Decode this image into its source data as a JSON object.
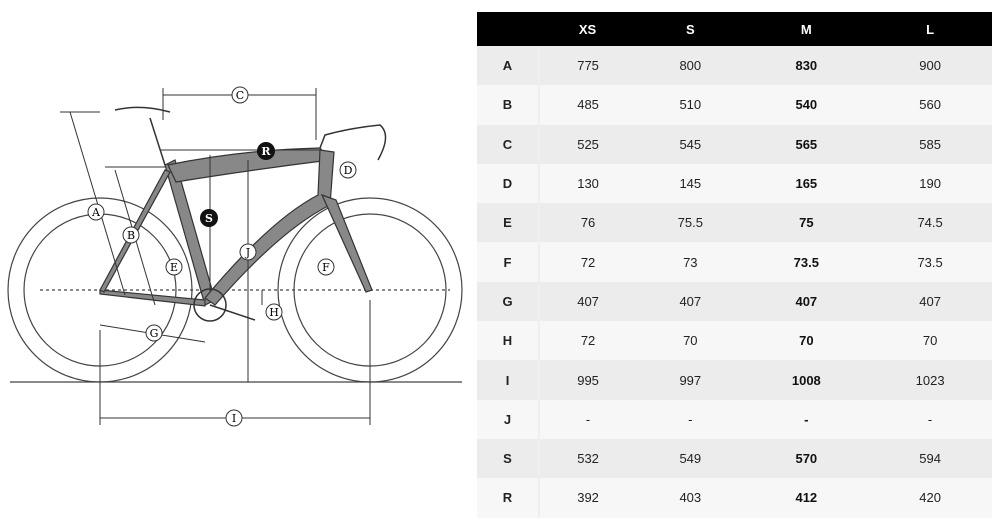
{
  "diagram": {
    "labels": {
      "A": "A",
      "B": "B",
      "C": "C",
      "D": "D",
      "E": "E",
      "F": "F",
      "G": "G",
      "H": "H",
      "I": "I",
      "J": "J",
      "S": "S",
      "R": "R"
    }
  },
  "table": {
    "headers": [
      "",
      "XS",
      "S",
      "M",
      "L"
    ],
    "rows": [
      {
        "label": "A",
        "values": [
          "775",
          "800",
          "830",
          "900"
        ]
      },
      {
        "label": "B",
        "values": [
          "485",
          "510",
          "540",
          "560"
        ]
      },
      {
        "label": "C",
        "values": [
          "525",
          "545",
          "565",
          "585"
        ]
      },
      {
        "label": "D",
        "values": [
          "130",
          "145",
          "165",
          "190"
        ]
      },
      {
        "label": "E",
        "values": [
          "76",
          "75.5",
          "75",
          "74.5"
        ]
      },
      {
        "label": "F",
        "values": [
          "72",
          "73",
          "73.5",
          "73.5"
        ]
      },
      {
        "label": "G",
        "values": [
          "407",
          "407",
          "407",
          "407"
        ]
      },
      {
        "label": "H",
        "values": [
          "72",
          "70",
          "70",
          "70"
        ]
      },
      {
        "label": "I",
        "values": [
          "995",
          "997",
          "1008",
          "1023"
        ]
      },
      {
        "label": "J",
        "values": [
          "-",
          "-",
          "-",
          "-"
        ]
      },
      {
        "label": "S",
        "values": [
          "532",
          "549",
          "570",
          "594"
        ]
      },
      {
        "label": "R",
        "values": [
          "392",
          "403",
          "412",
          "420"
        ]
      }
    ]
  }
}
